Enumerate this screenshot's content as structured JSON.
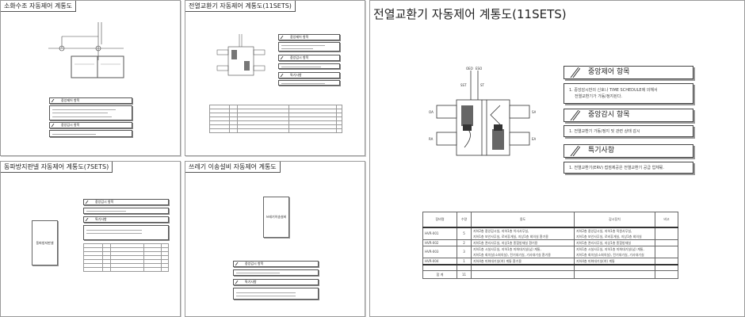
{
  "thumbnails": [
    {
      "title": "소화수조 자동제어 계통도",
      "sections": [
        "중앙제어 항목",
        "중앙감시 항목"
      ]
    },
    {
      "title": "전열교환기 자동제어 계통도(11SETS)",
      "sections": [
        "중앙제어 항목",
        "중앙감시 항목",
        "특기사항"
      ]
    },
    {
      "title": "동파방지판넬 자동제어 계통도(7SETS)",
      "sections": [
        "중앙감시 항목",
        "특기사항"
      ],
      "equipment_label": "동파방지판넬"
    },
    {
      "title": "쓰레기 이송설비 자동제어 계통도",
      "sections": [
        "중앙감시 항목",
        "특기사항"
      ],
      "equipment_label": "쓰레기이송설비"
    }
  ],
  "main": {
    "title": "전열교환기 자동제어 계통도(11SETS)",
    "diagram": {
      "top_labels": [
        "OEO",
        "ESO"
      ],
      "signal_labels": [
        "SST",
        "ST"
      ],
      "port_labels": [
        "OA",
        "RA",
        "SA",
        "EA"
      ]
    },
    "sections": [
      {
        "header": "중앙제어 항목",
        "lines": [
          "1. 중앙감시반의 신호나 TIME SCHEDULE에 의해서",
          "전열교환기가 가동/정지된다."
        ]
      },
      {
        "header": "중앙감시 항목",
        "lines": [
          "1. 전열교환기 가동/정지 및 관련 상태 감시"
        ]
      },
      {
        "header": "특기사항",
        "lines": [
          "1. 전열교환기(ERV) 접점제공은 전열교환기 공급 업체몫."
        ]
      }
    ],
    "table": {
      "headers": [
        "장비명",
        "수량",
        "용도",
        "감시장치",
        "비고"
      ],
      "rows": [
        {
          "name": "HVR-001",
          "qty": "5",
          "use": [
            "지하2층 중앙감시실, 지하1층 이사사무실,",
            "지하1층 보안사무실, 로비휴게실, 지상1층 회의실 환기용"
          ],
          "monitor": [
            "지하2층 중앙감시실, 지하1층 직원사무실,",
            "지하1층 보안사무실, 로비휴게실, 지상1층 회의실"
          ]
        },
        {
          "name": "HVR-002",
          "qty": "2",
          "use": [
            "지하1층 관리사무실, 지상1층 종합방재실 환기용"
          ],
          "monitor": [
            "지하1층 관리사무실, 지상1층 종합방재실"
          ]
        },
        {
          "name": "HVR-003",
          "qty": "3",
          "use": [
            "지하1층 시설사무실, 지하1층 미화대기실(남) 계통,",
            "지하1층 회의실(소회의실), 전기대기실, 기사대기실 환기용"
          ],
          "monitor": [
            "지하1층 시설사무실, 지하1층 미화대기실(남) 계통,",
            "지하1층 회의실(소회의실), 전기대기실, 기사대기실"
          ]
        },
        {
          "name": "HVR-004",
          "qty": "1",
          "use": [
            "지하4층 미화대기실(여) 계통 환기용"
          ],
          "monitor": [
            "지하4층 미화대기실(여) 계통"
          ]
        }
      ],
      "total_label": "합 계",
      "total_qty": "11"
    }
  }
}
